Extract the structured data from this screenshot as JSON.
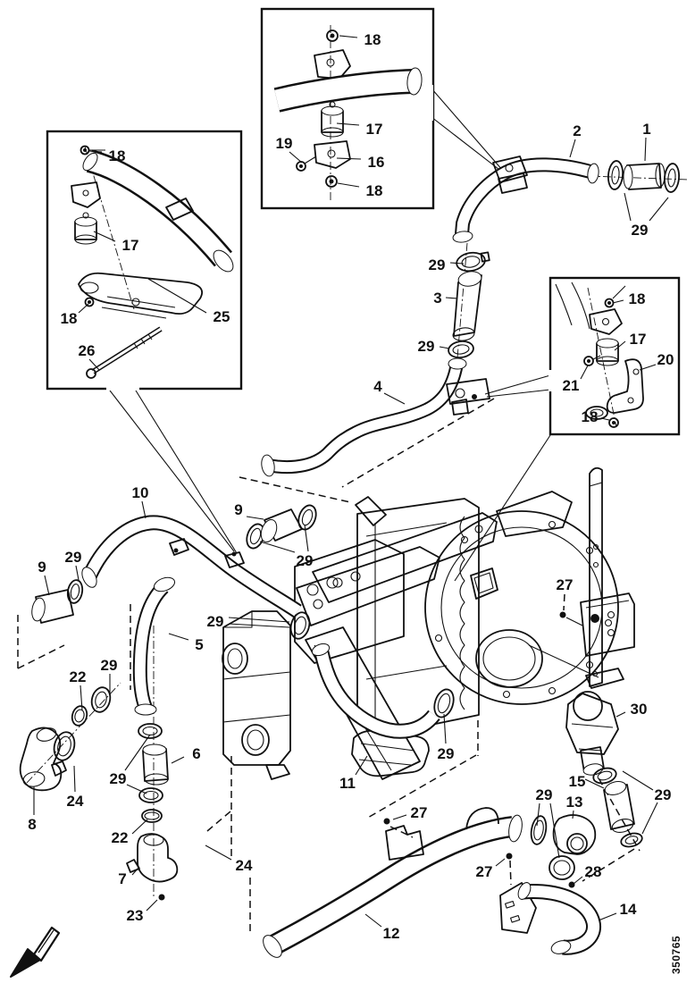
{
  "figure": {
    "drawing_number": "350765"
  },
  "callouts": [
    {
      "label": "18"
    },
    {
      "label": "17"
    },
    {
      "label": "19"
    },
    {
      "label": "16"
    },
    {
      "label": "18"
    },
    {
      "label": "2"
    },
    {
      "label": "1"
    },
    {
      "label": "29"
    },
    {
      "label": "18"
    },
    {
      "label": "17"
    },
    {
      "label": "18"
    },
    {
      "label": "25"
    },
    {
      "label": "26"
    },
    {
      "label": "29"
    },
    {
      "label": "3"
    },
    {
      "label": "29"
    },
    {
      "label": "4"
    },
    {
      "label": "18"
    },
    {
      "label": "17"
    },
    {
      "label": "20"
    },
    {
      "label": "21"
    },
    {
      "label": "18"
    },
    {
      "label": "10"
    },
    {
      "label": "9"
    },
    {
      "label": "29"
    },
    {
      "label": "9"
    },
    {
      "label": "29"
    },
    {
      "label": "29"
    },
    {
      "label": "5"
    },
    {
      "label": "27"
    },
    {
      "label": "22"
    },
    {
      "label": "29"
    },
    {
      "label": "30"
    },
    {
      "label": "8"
    },
    {
      "label": "24"
    },
    {
      "label": "6"
    },
    {
      "label": "29"
    },
    {
      "label": "22"
    },
    {
      "label": "24"
    },
    {
      "label": "7"
    },
    {
      "label": "23"
    },
    {
      "label": "11"
    },
    {
      "label": "29"
    },
    {
      "label": "27"
    },
    {
      "label": "29"
    },
    {
      "label": "15"
    },
    {
      "label": "13"
    },
    {
      "label": "29"
    },
    {
      "label": "27"
    },
    {
      "label": "28"
    },
    {
      "label": "12"
    },
    {
      "label": "14"
    }
  ]
}
